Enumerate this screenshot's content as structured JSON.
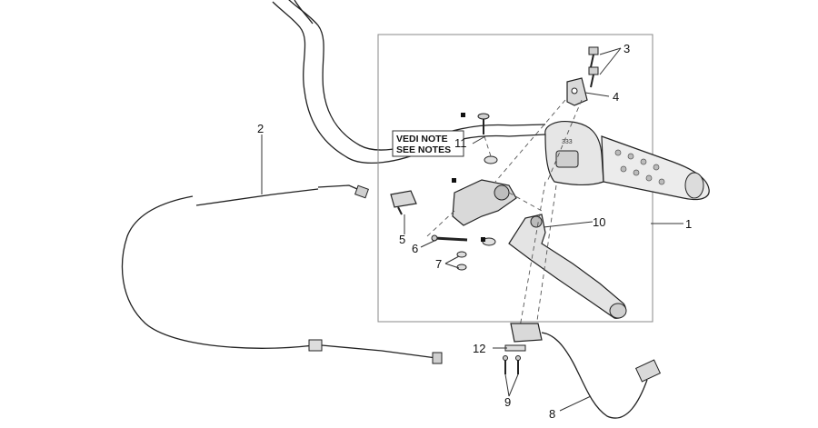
{
  "callouts": {
    "c1": "1",
    "c2": "2",
    "c3": "3",
    "c4": "4",
    "c5": "5",
    "c6": "6",
    "c7": "7",
    "c8": "8",
    "c9": "9",
    "c10": "10",
    "c11": "11",
    "c12": "12"
  },
  "note": {
    "line1": "VEDI NOTE",
    "line2": "SEE NOTES"
  },
  "grip_marking": "333"
}
